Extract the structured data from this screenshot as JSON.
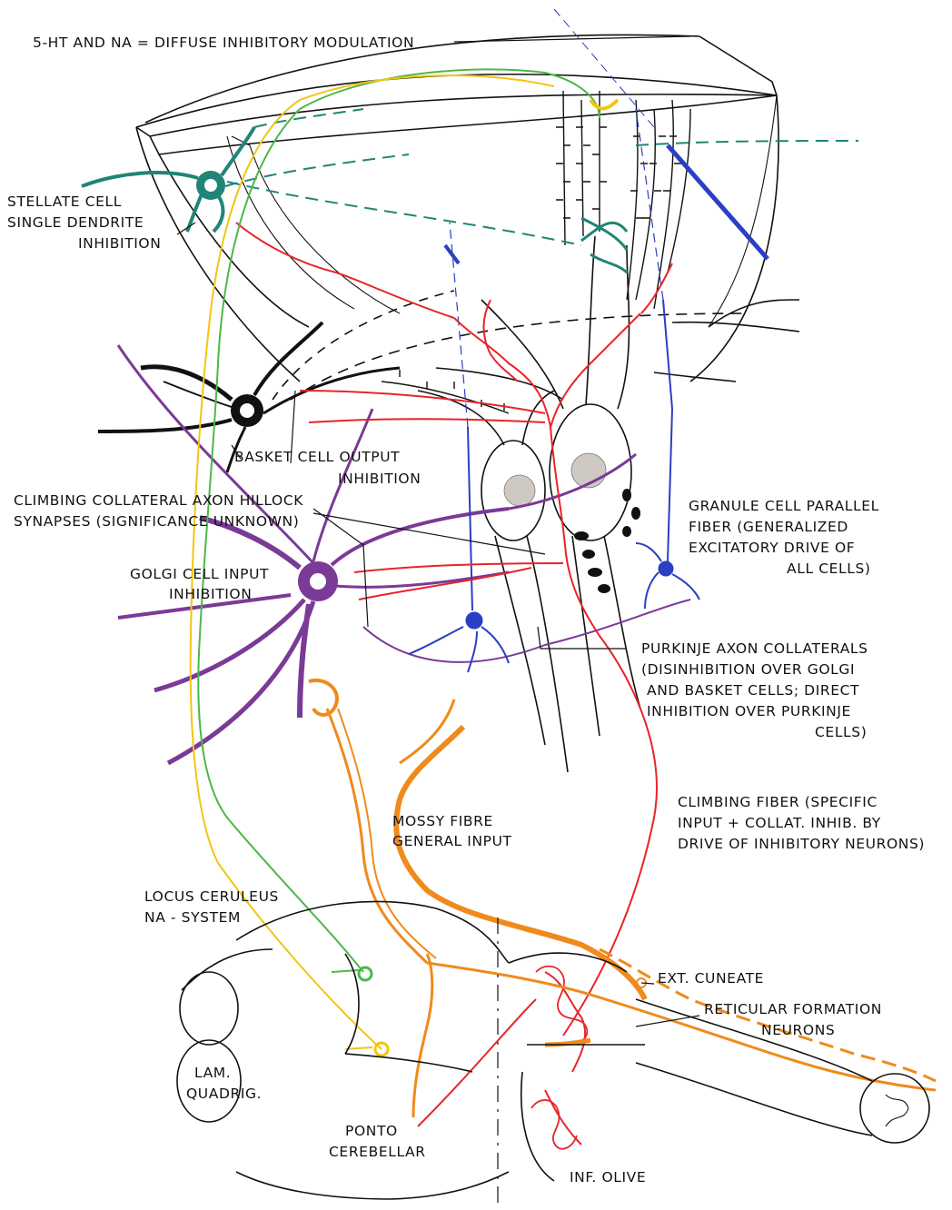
{
  "labels": {
    "title": "5-HT AND NA = DIFFUSE INHIBITORY MODULATION",
    "stellate": [
      "STELLATE CELL",
      "SINGLE DENDRITE",
      "INHIBITION"
    ],
    "basket": [
      "BASKET CELL OUTPUT",
      "INHIBITION"
    ],
    "climbing_collateral": [
      "CLIMBING COLLATERAL AXON HILLOCK",
      "SYNAPSES (SIGNIFICANCE UNKNOWN)"
    ],
    "golgi": [
      "GOLGI CELL INPUT",
      "INHIBITION"
    ],
    "granule": [
      "GRANULE CELL PARALLEL",
      "FIBER (GENERALIZED",
      "EXCITATORY DRIVE OF",
      "ALL CELLS)"
    ],
    "purkinje_axon": [
      "PURKINJE AXON COLLATERALS",
      "(DISINHIBITION OVER GOLGI",
      "AND BASKET CELLS; DIRECT",
      "INHIBITION OVER PURKINJE",
      "CELLS)"
    ],
    "mossy": [
      "MOSSY FIBRE",
      "GENERAL INPUT"
    ],
    "climbing_fiber": [
      "CLIMBING FIBER (SPECIFIC",
      "INPUT + COLLAT. INHIB. BY",
      "DRIVE OF INHIBITORY NEURONS)"
    ],
    "locus": [
      "LOCUS CERULEUS",
      "NA - SYSTEM"
    ],
    "ext_cuneate": "EXT. CUNEATE",
    "reticular": [
      "RETICULAR FORMATION",
      "NEURONS"
    ],
    "lam": [
      "LAM.",
      "QUADRIG."
    ],
    "ponto": [
      "PONTO",
      "CEREBELLAR"
    ],
    "inf_olive": "INF. OLIVE"
  },
  "colors": {
    "stellate": "#1f8577",
    "basket": "#111111",
    "golgi": "#7a3a96",
    "granule": "#2a3fc4",
    "purkinje_red": "#e8242b",
    "mossy": "#f08a1c",
    "locus_green": "#4cb847",
    "serotonin_yellow": "#f2c512"
  }
}
